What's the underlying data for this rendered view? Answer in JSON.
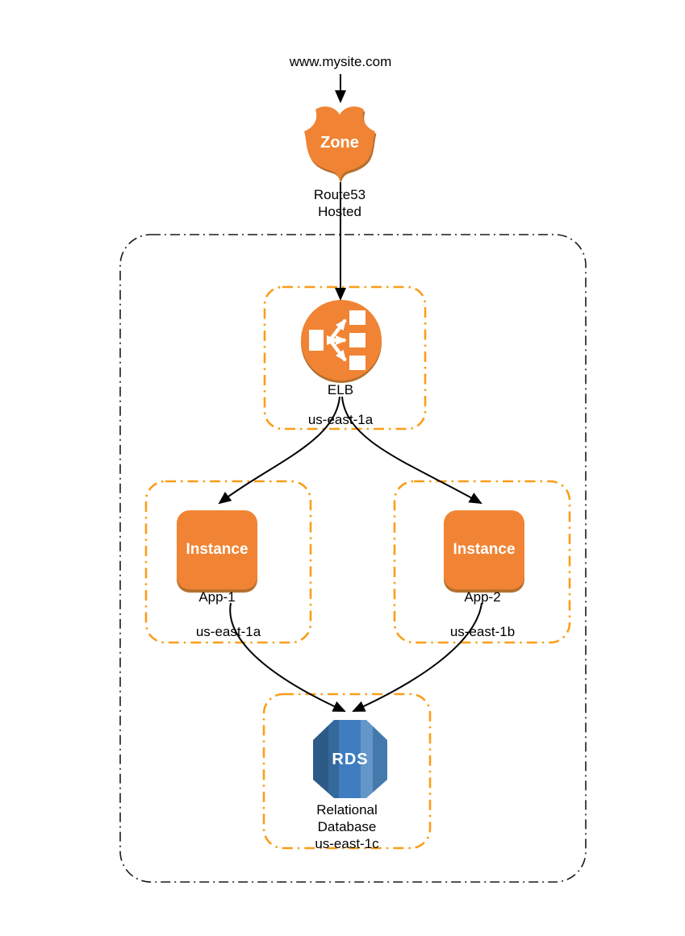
{
  "colors": {
    "orange_fill": "#F08434",
    "orange_shadow": "#B5702D",
    "orange_border": "#FA9E19",
    "region_border": "#1A1A1A",
    "connector": "#000000",
    "rds_stripes": [
      "#2D5A87",
      "#35689B",
      "#3F7DC0",
      "#6496C9",
      "#4479AC"
    ]
  },
  "nodes": {
    "dns": {
      "label": "www.mysite.com"
    },
    "route53": {
      "icon_text": "Zone",
      "caption_line1": "Route53",
      "caption_line2": "Hosted"
    },
    "elb": {
      "caption": "ELB",
      "zone": "us-east-1a"
    },
    "app1": {
      "icon_text": "Instance",
      "caption": "App-1",
      "zone": "us-east-1a"
    },
    "app2": {
      "icon_text": "Instance",
      "caption": "App-2",
      "zone": "us-east-1b"
    },
    "rds": {
      "icon_text": "RDS",
      "caption_line1": "Relational",
      "caption_line2": "Database",
      "zone": "us-east-1c"
    }
  }
}
